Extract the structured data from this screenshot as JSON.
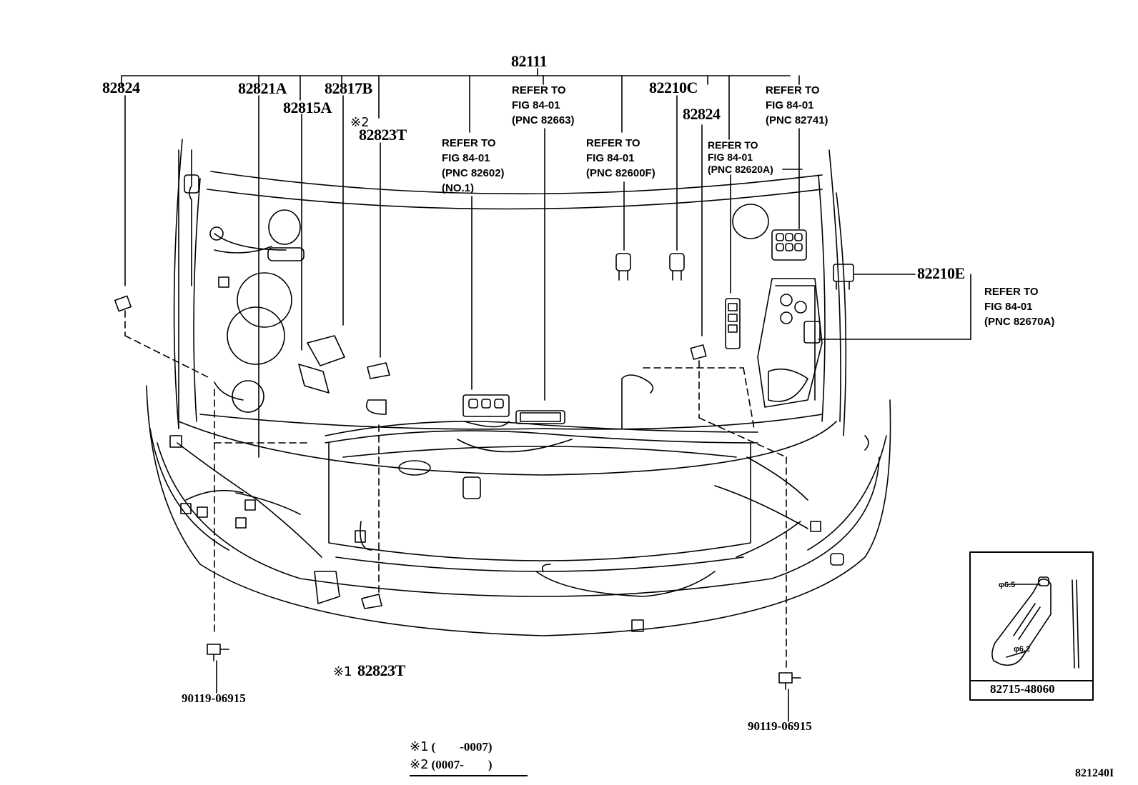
{
  "part_labels": {
    "main_harness": "82111",
    "p82824_left": "82824",
    "p82821A": "82821A",
    "p82817B": "82817B",
    "p82815A": "82815A",
    "p82823T_top_mark": "※2",
    "p82823T_top": "82823T",
    "p82210C": "82210C",
    "p82824_right": "82824",
    "p82210E": "82210E",
    "p82823T_bottom_mark": "※1",
    "p82823T_bottom": "82823T",
    "bolt_left": "90119-06915",
    "bolt_right": "90119-06915",
    "bracket_part": "82715-48060"
  },
  "refer_notes": [
    {
      "id": "ref-82602",
      "lines": [
        "REFER TO",
        "FIG 84-01",
        "(PNC 82602)",
        "(NO.1)"
      ]
    },
    {
      "id": "ref-82663",
      "lines": [
        "REFER TO",
        "FIG 84-01",
        "(PNC 82663)"
      ]
    },
    {
      "id": "ref-82600F",
      "lines": [
        "REFER TO",
        "FIG 84-01",
        "(PNC 82600F)"
      ]
    },
    {
      "id": "ref-82620A",
      "lines": [
        "REFER TO",
        "FIG 84-01",
        "(PNC 82620A)"
      ]
    },
    {
      "id": "ref-82741",
      "lines": [
        "REFER TO",
        "FIG 84-01",
        "(PNC 82741)"
      ]
    },
    {
      "id": "ref-82670A",
      "lines": [
        "REFER TO",
        "FIG 84-01",
        "(PNC 82670A)"
      ]
    }
  ],
  "inset": {
    "hole_top": "φ6.5",
    "hole_bottom": "φ6.2"
  },
  "footnotes": [
    {
      "mark": "※1",
      "text": "(        -0007)"
    },
    {
      "mark": "※2",
      "text": "(0007-        )"
    }
  ],
  "figure_id": "821240I"
}
